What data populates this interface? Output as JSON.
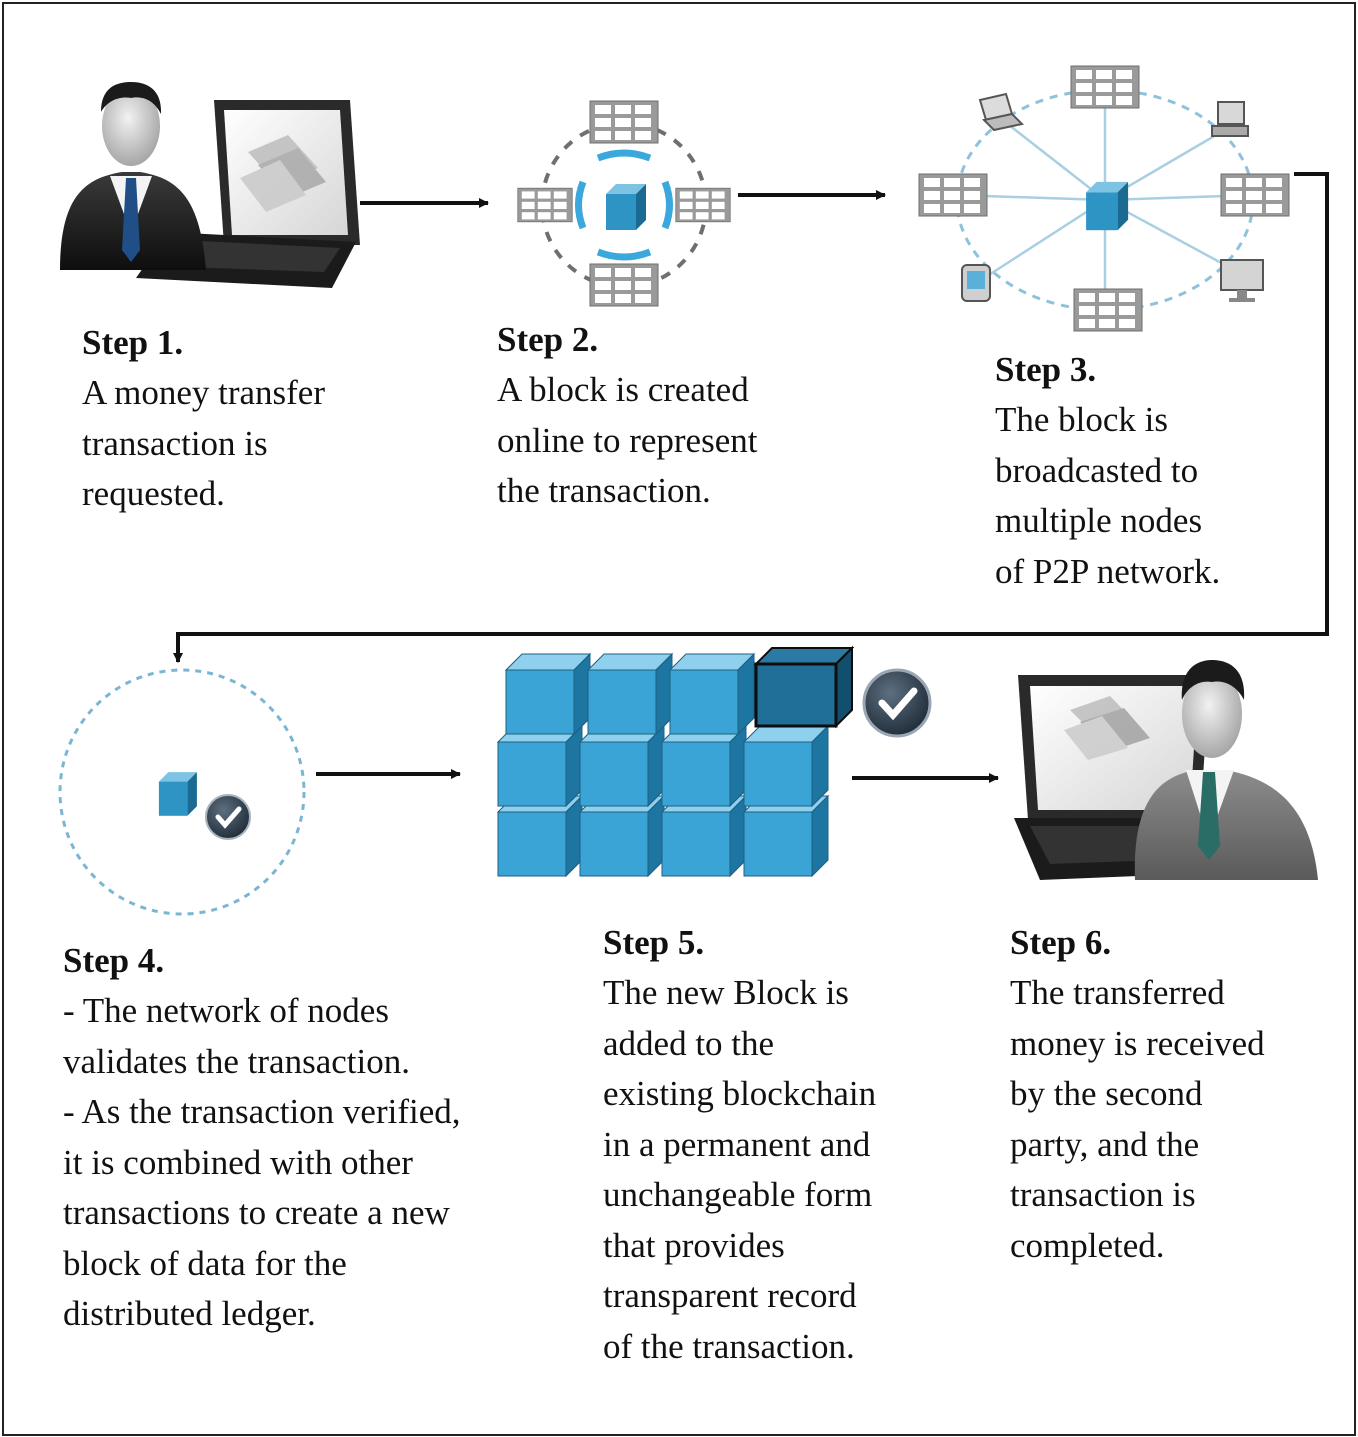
{
  "colors": {
    "block_blue": "#2e94c4",
    "block_dark": "#1b6a92",
    "server_gray": "#8a8a8a",
    "ring_dash": "#7ab6d4",
    "check_dark": "#2c3e50",
    "arrow": "#111111"
  },
  "icons": [
    "person-laptop-icon",
    "block-server-ring-icon",
    "p2p-network-icon",
    "validation-ring-icon",
    "blockchain-grid-icon",
    "checkmark-icon",
    "person-laptop-receiver-icon"
  ],
  "steps": [
    {
      "title": "Step 1.",
      "lines": [
        "A money transfer",
        "transaction is",
        "requested."
      ]
    },
    {
      "title": "Step 2.",
      "lines": [
        "A block is created",
        "online  to represent",
        "the transaction."
      ]
    },
    {
      "title": "Step 3.",
      "lines": [
        "The block is",
        "broadcasted to",
        "multiple  nodes",
        "of P2P network."
      ]
    },
    {
      "title": "Step 4.",
      "lines": [
        "- The  network of nodes",
        "validates the transaction.",
        "- As the transaction  verified,",
        "it is combined  with other",
        "transactions  to create a new",
        "block of data for the",
        "distributed ledger."
      ]
    },
    {
      "title": "Step 5.",
      "lines": [
        "The new Block is",
        "added to the",
        "existing  blockchain",
        "in a permanent  and",
        "unchangeable  form",
        "that provides",
        "transparent  record",
        "of the transaction."
      ]
    },
    {
      "title": "Step 6.",
      "lines": [
        "The transferred",
        "money is received",
        "by the second",
        "party, and the",
        "transaction is",
        "completed."
      ]
    }
  ]
}
